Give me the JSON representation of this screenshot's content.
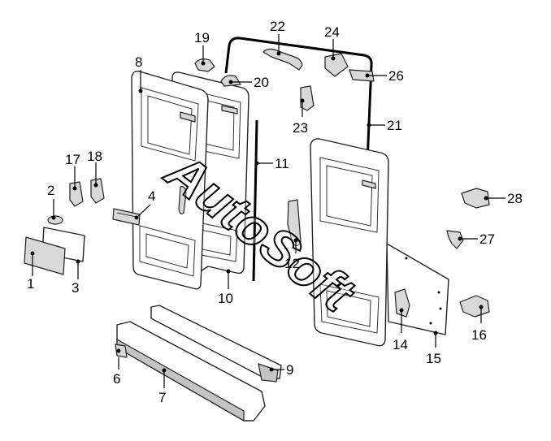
{
  "watermark": {
    "text": "AutoSoft"
  },
  "callouts": [
    {
      "id": "1",
      "label": "1"
    },
    {
      "id": "2",
      "label": "2"
    },
    {
      "id": "3",
      "label": "3"
    },
    {
      "id": "4",
      "label": "4"
    },
    {
      "id": "6",
      "label": "6"
    },
    {
      "id": "7",
      "label": "7"
    },
    {
      "id": "8",
      "label": "8"
    },
    {
      "id": "9",
      "label": "9"
    },
    {
      "id": "10",
      "label": "10"
    },
    {
      "id": "11",
      "label": "11"
    },
    {
      "id": "12",
      "label": "12"
    },
    {
      "id": "14",
      "label": "14"
    },
    {
      "id": "15",
      "label": "15"
    },
    {
      "id": "16",
      "label": "16"
    },
    {
      "id": "17",
      "label": "17"
    },
    {
      "id": "18",
      "label": "18"
    },
    {
      "id": "19",
      "label": "19"
    },
    {
      "id": "20",
      "label": "20"
    },
    {
      "id": "21",
      "label": "21"
    },
    {
      "id": "22",
      "label": "22"
    },
    {
      "id": "23",
      "label": "23"
    },
    {
      "id": "24",
      "label": "24"
    },
    {
      "id": "26",
      "label": "26"
    },
    {
      "id": "27",
      "label": "27"
    },
    {
      "id": "28",
      "label": "28"
    }
  ]
}
